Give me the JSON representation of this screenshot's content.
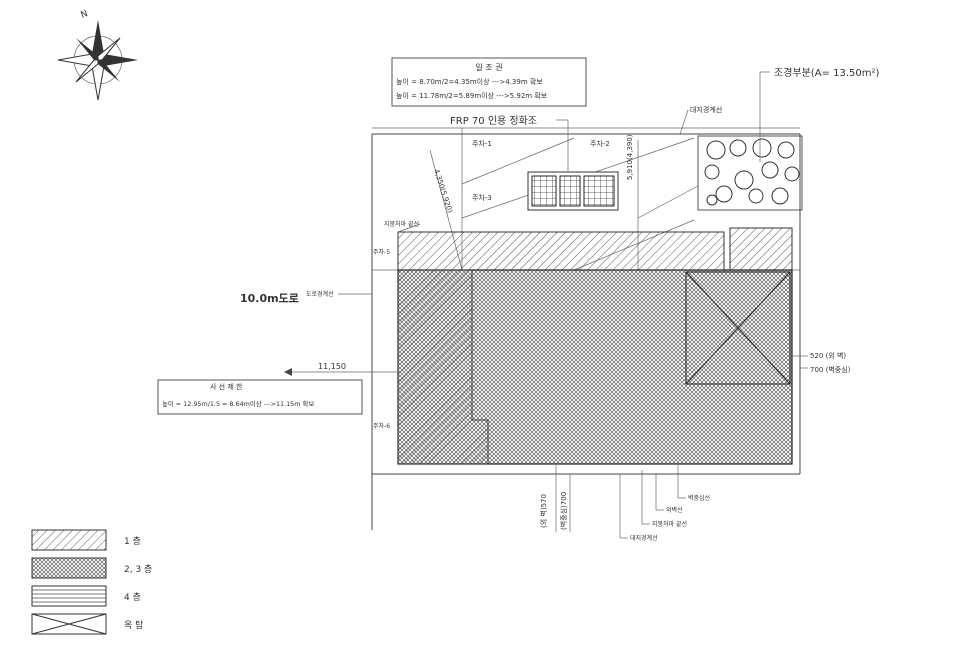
{
  "compass": {
    "north_label": "N"
  },
  "sunlight_box": {
    "title": "일 조 권",
    "line1": "높이 = 8.70m/2=4.35m이상 --->4.39m 확보",
    "line2": "높이 = 11.78m/2=5.89m이상 --->5.92m 확보"
  },
  "frp_label": "FRP 70 인용 정화조",
  "landscape_label": "조경부분(A= 13.50m²)",
  "site_boundary_label": "대지경계선",
  "column_labels": [
    "주차-1",
    "주차-2",
    "주차-3",
    "주차-5",
    "주차-6"
  ],
  "road_label": "10.0m도로",
  "road_boundary_label": "도로경계선",
  "building_line_label": "지붕처마 끝선",
  "dim_diag1": "4,350(5,920)",
  "dim_diag2": "5,910(4,390)",
  "dim_setback": "11,150",
  "oblique_box": {
    "title": "사 선 제 한",
    "line": "높이 = 12.95m/1.5 = 8.64m이상 --->11.15m 확보"
  },
  "right_dims": [
    "520 (외 벽)",
    "700 (벽중심)"
  ],
  "bottom_dims": [
    "(외 벽)570",
    "(벽중심)700"
  ],
  "bottom_leaders": [
    "벽중심선",
    "외벽선",
    "지붕처마 끝선",
    "대지경계선"
  ],
  "legend": [
    {
      "pattern": "single-hatch",
      "label": "1 층"
    },
    {
      "pattern": "cross-hatch",
      "label": "2, 3 층"
    },
    {
      "pattern": "horizontal",
      "label": "4 층"
    },
    {
      "pattern": "x-box",
      "label": "옥 탑"
    }
  ]
}
